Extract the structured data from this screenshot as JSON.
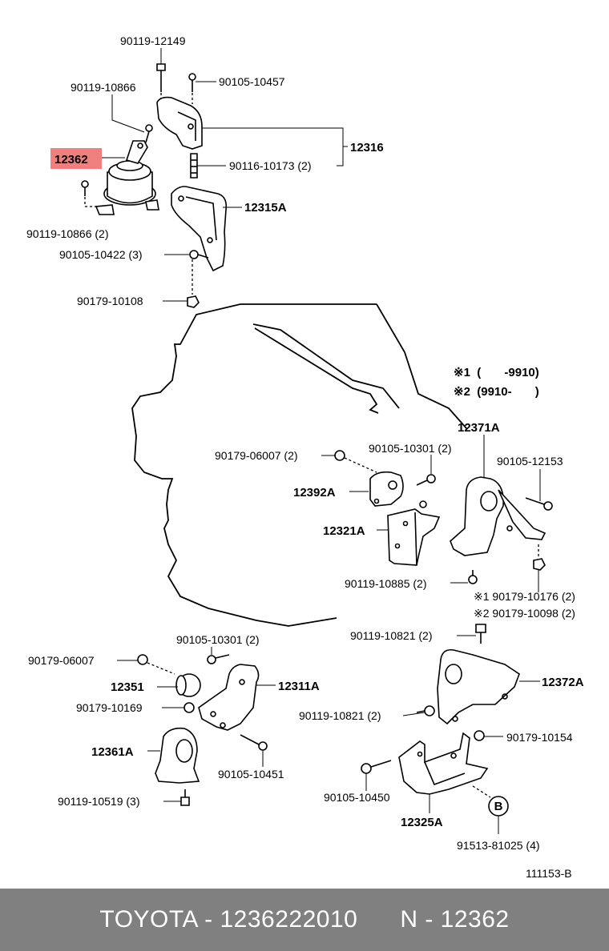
{
  "diagram": {
    "highlight_color": "#f08080",
    "labels": {
      "p90119_12149": "90119-12149",
      "p90105_10457": "90105-10457",
      "p90119_10866": "90119-10866",
      "p12362": "12362",
      "p12316": "12316",
      "p90116_10173": "90116-10173 (2)",
      "p12315A": "12315A",
      "p90119_10866_2": "90119-10866 (2)",
      "p90105_10422": "90105-10422 (3)",
      "p90179_10108": "90179-10108",
      "note1": "※1  (       -9910)",
      "note2": "※2  (9910-       )",
      "p12371A": "12371A",
      "p90179_06007_2": "90179-06007 (2)",
      "p90105_10301_2a": "90105-10301 (2)",
      "p90105_12153": "90105-12153",
      "p12392A": "12392A",
      "p12321A": "12321A",
      "p90119_10885": "90119-10885 (2)",
      "p90179_10176": "※1 90179-10176 (2)",
      "p90179_10098": "※2 90179-10098 (2)",
      "p90119_10821_a": "90119-10821 (2)",
      "p90105_10301_2b": "90105-10301 (2)",
      "p90179_06007": "90179-06007",
      "p12351": "12351",
      "p12311A": "12311A",
      "p90179_10169": "90179-10169",
      "p12372A": "12372A",
      "p90119_10821_b": "90119-10821 (2)",
      "p12361A": "12361A",
      "p90105_10451": "90105-10451",
      "p90179_10154": "90179-10154",
      "p90119_10519": "90119-10519 (3)",
      "p90105_10450": "90105-10450",
      "p12325A": "12325A",
      "markerB": "B",
      "p91513_81025": "91513-81025 (4)",
      "diagram_id": "111153-B"
    }
  },
  "footer": {
    "text": "TOYOTA - 1236222010      N - 12362"
  }
}
